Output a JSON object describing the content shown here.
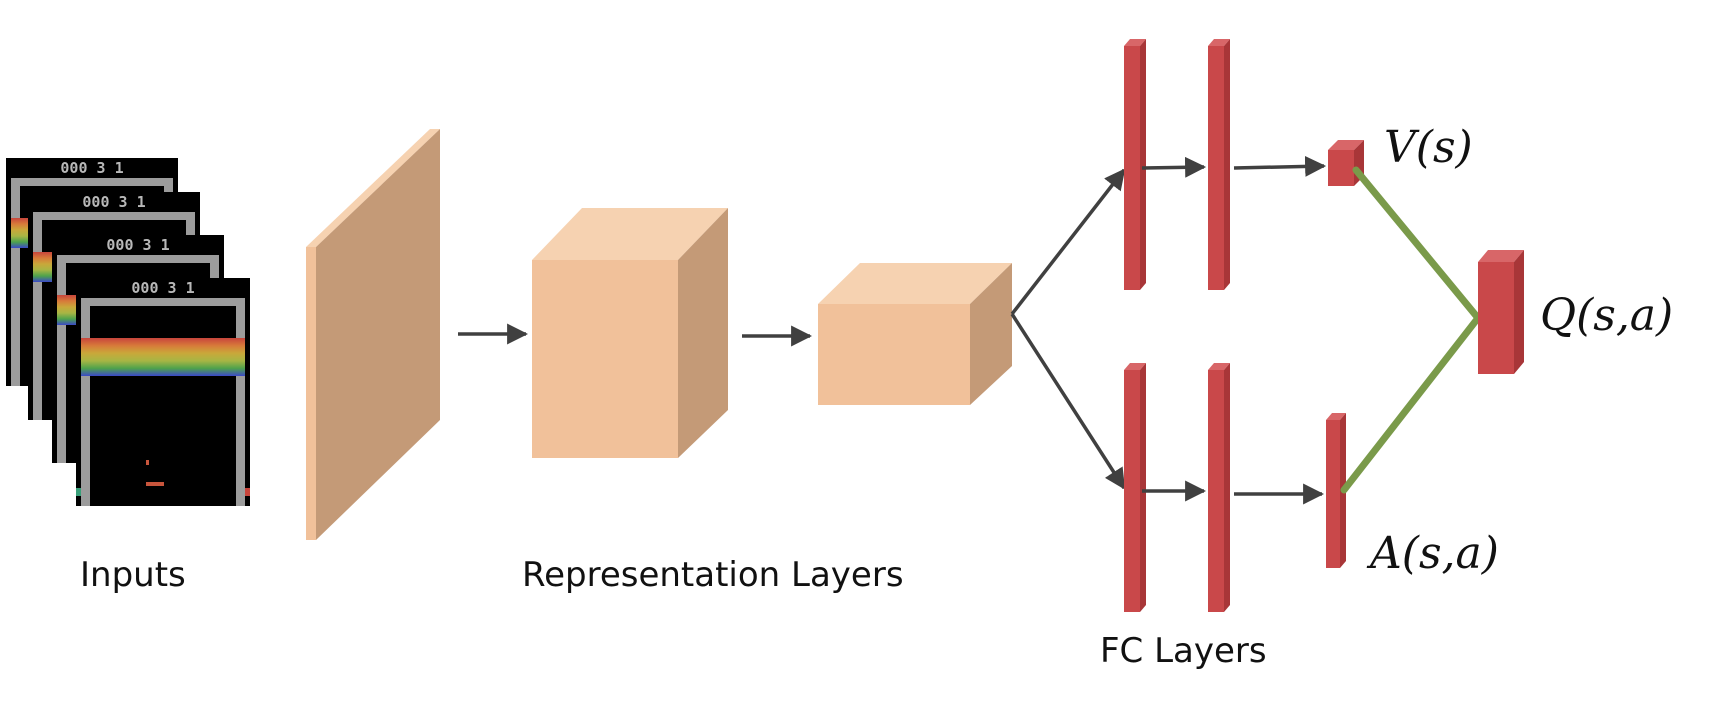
{
  "labels": {
    "inputs": "Inputs",
    "representation_layers": "Representation Layers",
    "fc_layers": "FC Layers",
    "value": "V(s)",
    "advantage": "A(s,a)",
    "q_value": "Q(s,a)"
  },
  "game_frames": {
    "score_text": "000 3 1",
    "count": 4
  },
  "colors": {
    "representation_front": "#f1c19a",
    "representation_top": "#f6d2b1",
    "representation_side": "#c49a77",
    "fc_layer": "#c9484a",
    "fc_layer_dark": "#a83638",
    "combine_line": "#7a9a4a",
    "arrow": "#404040",
    "frame_bg": "#000000",
    "frame_border": "#9c9c9c"
  },
  "icons": {
    "input_frame": "breakout-game-frame-icon"
  }
}
